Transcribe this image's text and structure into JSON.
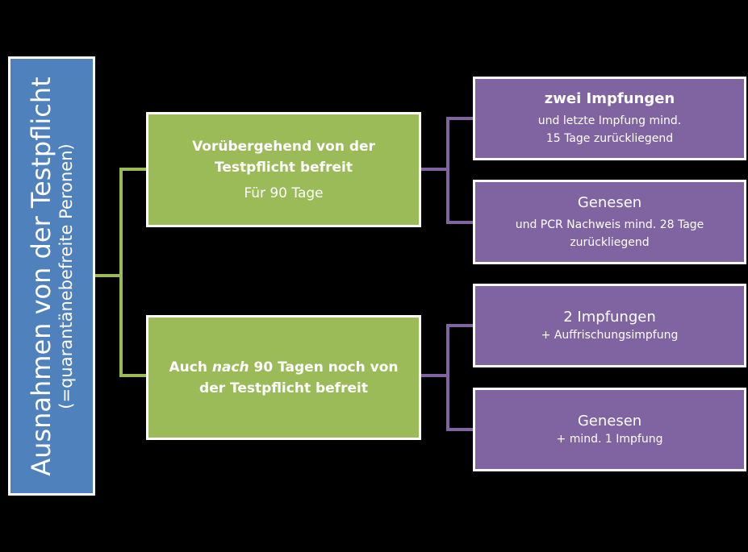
{
  "root": {
    "title": "Ausnahmen von der Testpflicht",
    "subtitle": "(=quarantänebefreite  Peronen)"
  },
  "branches": [
    {
      "title": "Vorübergehend von der Testpflicht befreit",
      "subtitle": "Für 90 Tage",
      "children": [
        {
          "title": "zwei Impfungen",
          "detail": "und letzte Impfung mind.\n15 Tage zurückliegend"
        },
        {
          "title": "Genesen",
          "detail": "und PCR Nachweis mind. 28 Tage\nzurückliegend"
        }
      ]
    },
    {
      "title_before": "Auch ",
      "title_emph": "nach",
      "title_after": " 90 Tagen noch von der Testpflicht befreit",
      "children": [
        {
          "title": "2 Impfungen",
          "detail": "+ Auffrischungsimpfung"
        },
        {
          "title": "Genesen",
          "detail": "+ mind. 1 Impfung"
        }
      ]
    }
  ],
  "colors": {
    "root": "#4f81bd",
    "level1": "#9bbb59",
    "level2": "#8064a2",
    "background": "#000000",
    "border": "#ffffff"
  }
}
